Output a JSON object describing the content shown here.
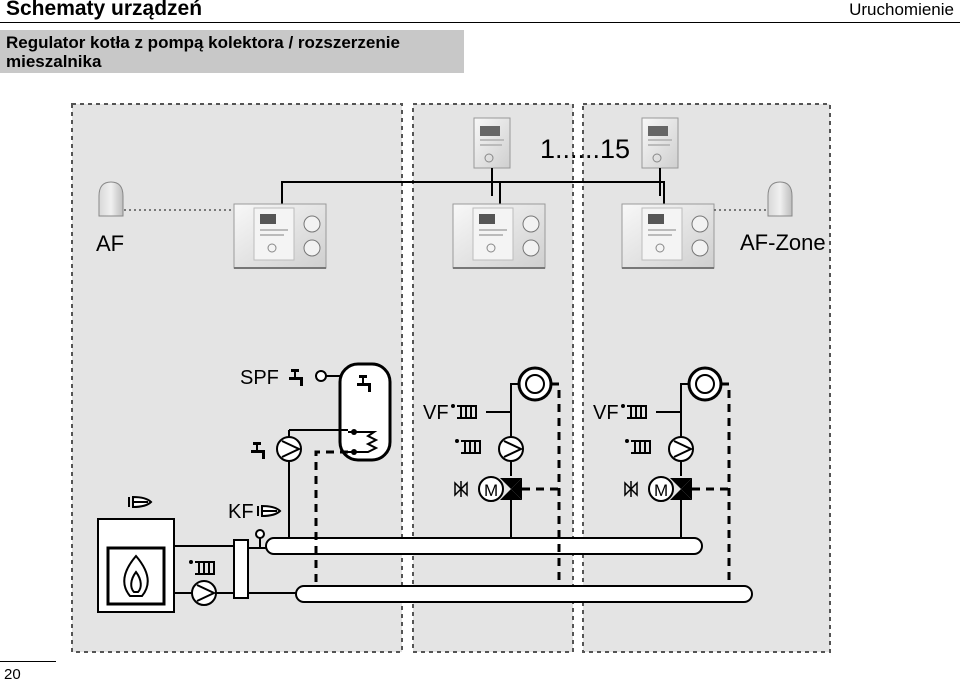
{
  "header": {
    "chapter_title": "Schematy urządzeń",
    "section": "Uruchomienie"
  },
  "subtitle": "Regulator kotła z pompą kolektora / rozszerzenie mieszalnika",
  "page_number": "20",
  "diagram": {
    "label_af": "AF",
    "label_af_zone": "AF-Zone",
    "label_range": "1......15",
    "label_spf": "SPF",
    "label_vf_1": "VF",
    "label_vf_2": "VF",
    "label_kf": "KF",
    "label_motor_1": "M",
    "label_motor_2": "M"
  },
  "colors": {
    "panel": "#e4e4e4",
    "subtitle_bg": "#c8c8c8",
    "line": "#000000"
  }
}
